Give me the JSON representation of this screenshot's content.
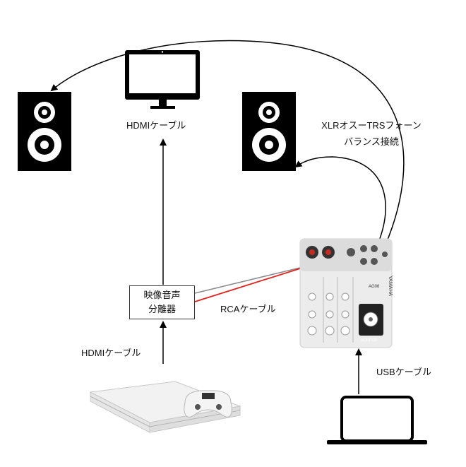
{
  "labels": {
    "hdmi_cable_top": "HDMIケーブル",
    "hdmi_cable_bottom": "HDMIケーブル",
    "xlr_line1": "XLRオスーTRSフォーン",
    "xlr_line2": "バランス接続",
    "rca_cable": "RCAケーブル",
    "usb_cable": "USBケーブル"
  },
  "splitter": {
    "line1": "映像音声",
    "line2": "分離器"
  },
  "mixer": {
    "brand": "YAMAHA",
    "model": "AG06",
    "monitor_label": "MONITOR"
  },
  "colors": {
    "red_cable": "#e0231c",
    "gray_cable": "#8a8a8a",
    "black": "#000000"
  }
}
